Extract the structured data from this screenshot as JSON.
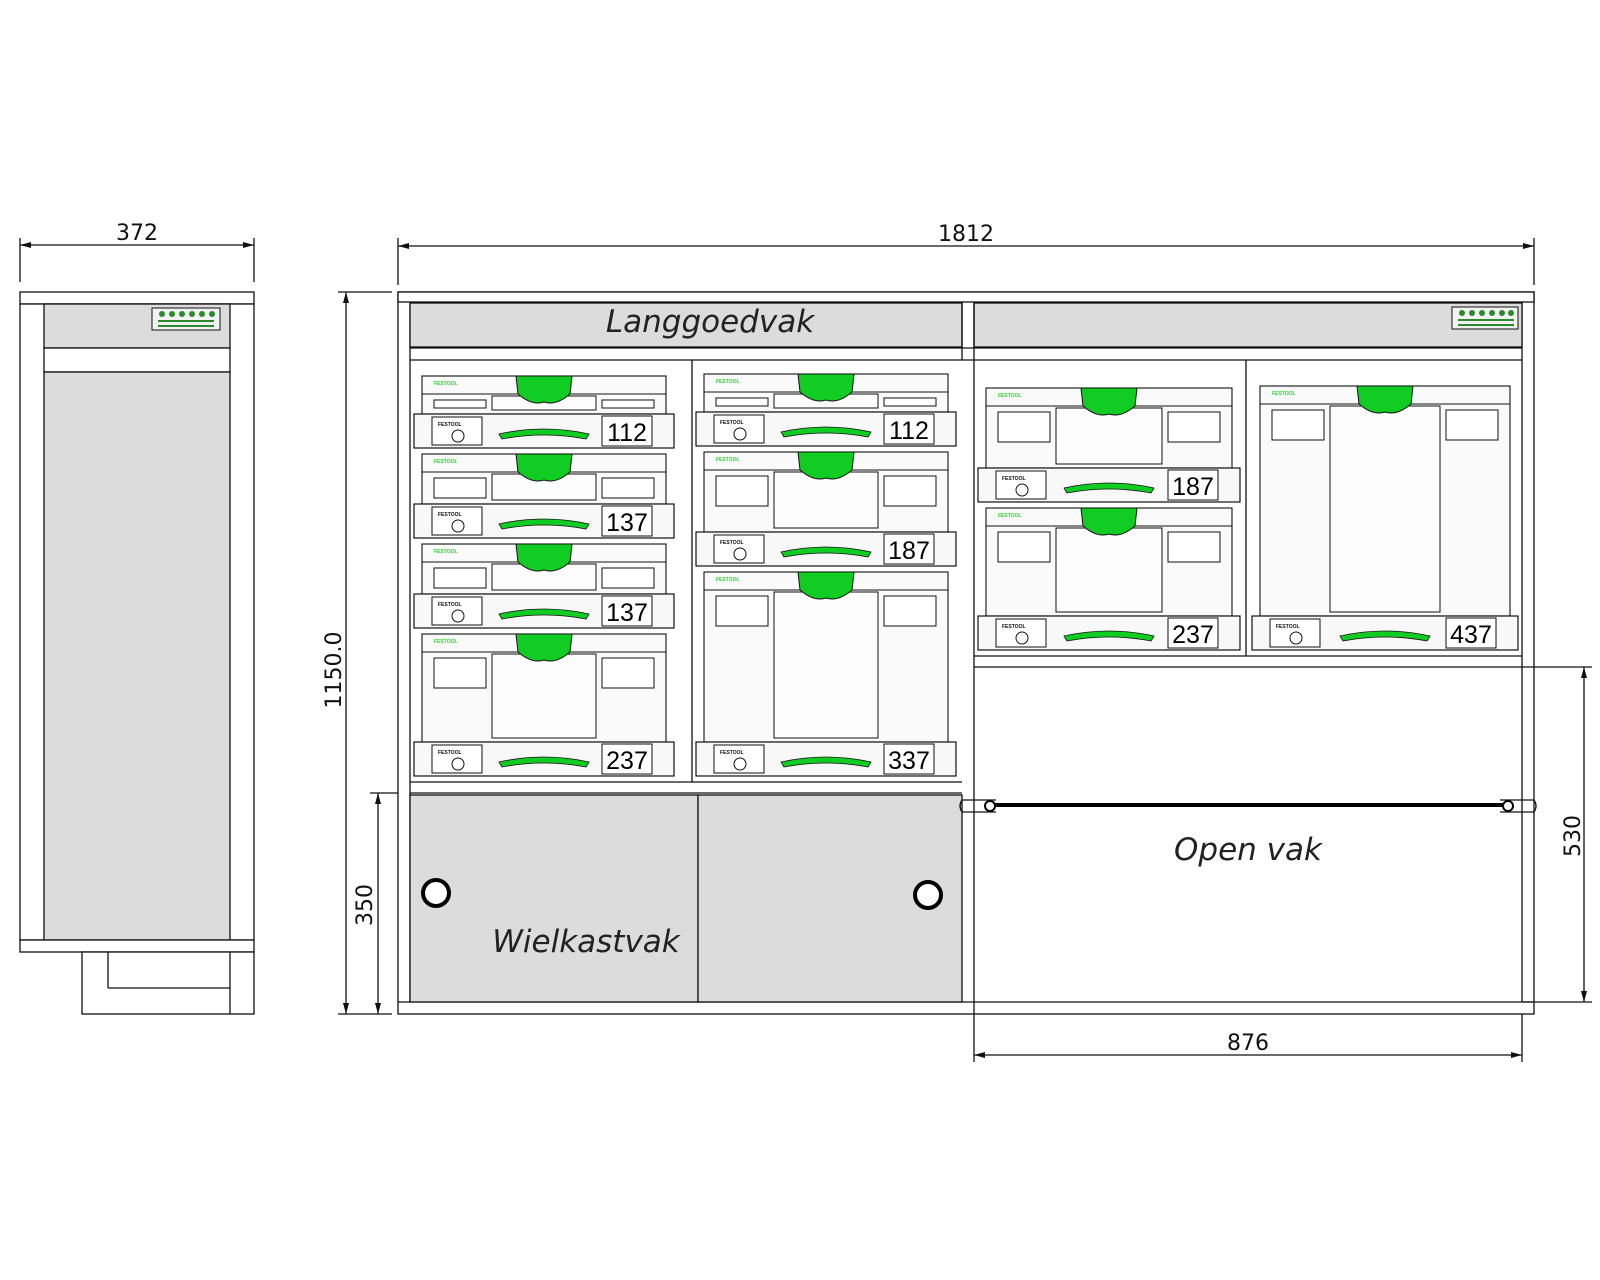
{
  "dimensions": {
    "side_width": "372",
    "total_width": "1812",
    "height": "1150.0",
    "wheel_height": "350",
    "open_height": "530",
    "open_width": "876"
  },
  "compartments": {
    "top": "Langgoedvak",
    "wheel": "Wielkastvak",
    "open": "Open vak"
  },
  "systainers": {
    "col1": [
      "112",
      "137",
      "137",
      "237"
    ],
    "col2": [
      "112",
      "187",
      "337"
    ],
    "col3": [
      "187",
      "237"
    ],
    "col4": [
      "437"
    ]
  },
  "brand": {
    "name": "FESTOOL",
    "accent": "#22dd22",
    "handle": "#11cc22"
  },
  "colors": {
    "panel": "#dcdcdc",
    "line": "#111111"
  }
}
